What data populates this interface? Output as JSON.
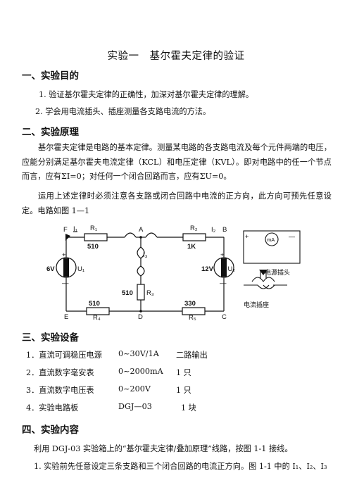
{
  "doc": {
    "title": "实验一　基尔霍夫定律的验证",
    "sections": {
      "s1": "一、实验目的",
      "s2": "二、实验原理",
      "s3": "三、实验设备",
      "s4": "四、实验内容"
    },
    "purpose": [
      "1. 验证基尔霍夫定律的正确性，加深对基尔霍夫定律的理解。",
      "2. 学会用电流插头、插座测量各支路电流的方法。"
    ],
    "principle": [
      "基尔霍夫定律是电路的基本定律。测量某电路的各支路电流及每个元件两端的电压，应能分别满足基尔霍夫电流定律（KCL）和电压定律（KVL）。即对电路中的任一个节点而言，应有ΣI=0；对任何一个闭合回路而言，应有ΣU=0。",
      "运用上述定律时必须注意各支路或闭合回路中电流的正方向，此方向可预先任意设定。电路如图 1—1"
    ],
    "equipment": [
      {
        "name": "1．直流可调稳压电源",
        "spec": "0~30V/1A",
        "qty": "二路输出"
      },
      {
        "name": "2．直流数字毫安表",
        "spec": "0~2000mA",
        "qty": "1 只"
      },
      {
        "name": "3．直流数字电压表",
        "spec": "0~200V",
        "qty": "1 只"
      },
      {
        "name": "4．实验电路板",
        "spec": "DGJ—03",
        "qty": "1 块"
      }
    ],
    "content": [
      "利用 DGJ-03 实验箱上的“基尔霍夫定律/叠加原理”线路，按图 1-1 接线。",
      "1. 实验前先任意设定三条支路和三个闭合回路的电流正方向。图 1-1 中的 I₁、I₂、I₃"
    ]
  },
  "circuit": {
    "nodes": {
      "F": "F",
      "A": "A",
      "B": "B",
      "E": "E",
      "D": "D",
      "C": "C"
    },
    "currents": {
      "i1": "I₁",
      "i2": "I₂",
      "i3": "I₃"
    },
    "resistors": {
      "r1_name": "R₁",
      "r1_val": "510",
      "r2_name": "R₂",
      "r2_val": "1K",
      "r3_name": "R₃",
      "r3_val": "510",
      "r4_name": "R₄",
      "r4_val": "510",
      "r5_name": "R₅",
      "r5_val": "330"
    },
    "sources": {
      "u1_name": "U₁",
      "u1_val": "6V",
      "u2_name": "U₂",
      "u2_val": "12V",
      "plus": "+",
      "minus": "—"
    },
    "side": {
      "meter": "mA",
      "plus": "+",
      "minus": "—",
      "plug": "电源插头",
      "socket": "电流插座"
    }
  }
}
